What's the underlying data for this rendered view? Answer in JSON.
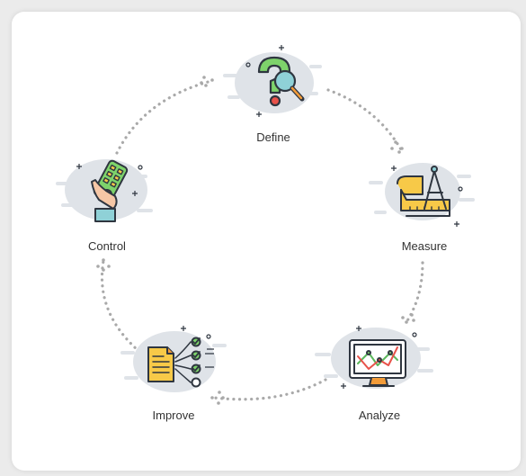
{
  "diagram": {
    "steps": [
      {
        "id": "define",
        "label": "Define"
      },
      {
        "id": "measure",
        "label": "Measure"
      },
      {
        "id": "analyze",
        "label": "Analyze"
      },
      {
        "id": "improve",
        "label": "Improve"
      },
      {
        "id": "control",
        "label": "Control"
      }
    ],
    "colors": {
      "outline": "#2f3640",
      "blob": "#dfe3e8",
      "dots": "#a9a9a9",
      "green": "#7ed36b",
      "green_dark": "#5cb85c",
      "yellow": "#f7c948",
      "orange": "#f29b38",
      "red": "#e8524a",
      "teal": "#8fd1d7",
      "skin": "#f6c7a6"
    }
  }
}
